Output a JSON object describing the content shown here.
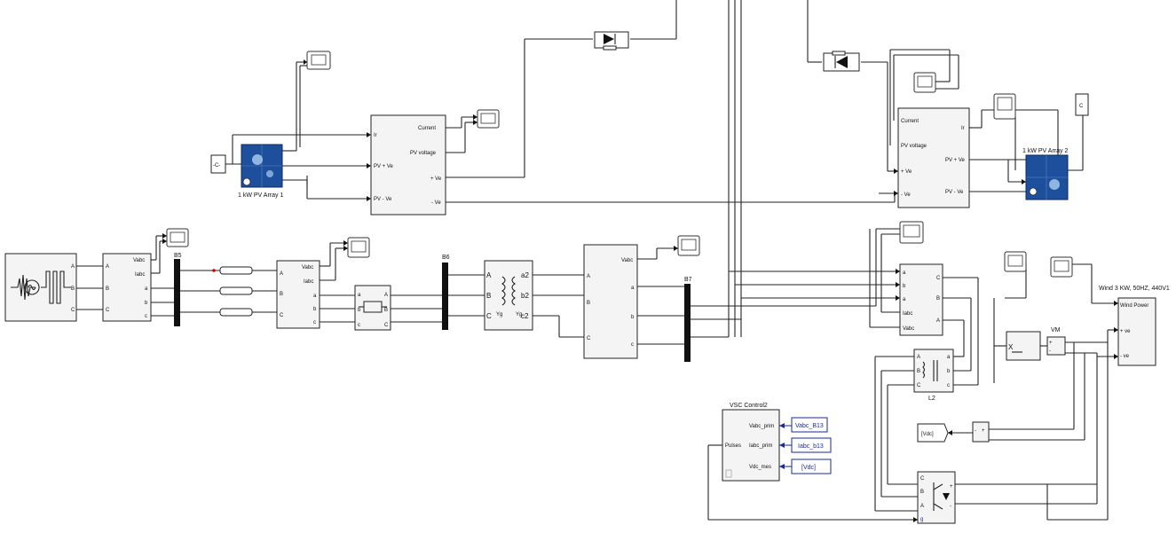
{
  "pv1": {
    "name": "1 kW  PV Array 1",
    "const_in": "-C-",
    "port_ir": "Ir",
    "port_pos": "PV + Ve",
    "port_neg": "PV - Ve"
  },
  "meas1": {
    "in_ir": "Ir",
    "in_pos": "PV + Ve",
    "in_neg": "PV - Ve",
    "out_cur": "Current",
    "out_volt": "PV voltage",
    "out_pos": "+ Ve",
    "out_neg": "- Ve"
  },
  "pv2": {
    "name": "1 kW  PV Array 2",
    "const_in": "C",
    "port_ir": "Ir",
    "port_pos": "PV + Ve",
    "port_neg": "PV - Ve"
  },
  "meas2": {
    "out_cur": "Current",
    "out_volt": "PV voltage",
    "out_pos": "+ Ve",
    "out_neg": "- Ve",
    "in_ir": "Ir",
    "in_pos": "PV + Ve",
    "in_neg": "PV - Ve"
  },
  "source": {
    "A": "A",
    "B": "B",
    "C": "C"
  },
  "vi1": {
    "A": "A",
    "B": "B",
    "C": "C",
    "vabc": "Vabc",
    "iabc": "Iabc",
    "a": "a",
    "b": "b",
    "c": "c"
  },
  "bus1": {
    "label": "B5"
  },
  "vi2": {
    "A": "A",
    "B": "B",
    "C": "C",
    "vabc": "Vabc",
    "iabc": "Iabc",
    "a": "a",
    "b": "b",
    "c": "c"
  },
  "breaker": {
    "a": "a",
    "b": "b",
    "c": "c",
    "A": "A",
    "B": "B",
    "C": "C"
  },
  "bus2": {
    "label": "B6"
  },
  "transformer": {
    "A": "A",
    "B": "B",
    "C": "C",
    "a2": "a2",
    "b2": "b2",
    "c2": "c2",
    "w1": "Yg",
    "w2": "Yg"
  },
  "vi3": {
    "A": "A",
    "B": "B",
    "C": "C",
    "vabc": "Vabc",
    "a": "a",
    "b": "b",
    "c": "c"
  },
  "bus3": {
    "label": "B7"
  },
  "vi4": {
    "A": "A",
    "B": "B",
    "C": "C",
    "a": "a",
    "b": "b",
    "c": "c",
    "iabc": "Iabc",
    "vabc": "Vabc"
  },
  "l2": {
    "label": "L2",
    "A": "A",
    "B": "B",
    "C": "C",
    "a": "a",
    "b": "b",
    "c": "c"
  },
  "wind": {
    "title": "Wind 3 KW, 50HZ, 440V1",
    "out": "Wind Power",
    "pos": "+ ve",
    "neg": "- ve"
  },
  "vm": {
    "label": "VM",
    "plus": "+",
    "minus": "-"
  },
  "dc_block": {
    "label": "X"
  },
  "vdc_tag": {
    "label": "[Vdc]"
  },
  "vsc": {
    "title": "VSC Control2",
    "in_v": "Vabc_prim",
    "in_i": "Iabc_prim",
    "in_vdc": "Vdc_mes",
    "out": "Pulses"
  },
  "goto_tags": {
    "t1": "Vabc_B13",
    "t2": "Iabc_b13",
    "t3": "[Vdc]"
  },
  "inverter": {
    "A": "A",
    "B": "B",
    "C": "C",
    "g": "g",
    "plus": "+",
    "minus": "-"
  },
  "colors": {
    "wire": "#222222",
    "pv_panel": "#1d4f9c",
    "goto_tag": "#1a2a9a",
    "block_fill": "#f4f4f4"
  }
}
